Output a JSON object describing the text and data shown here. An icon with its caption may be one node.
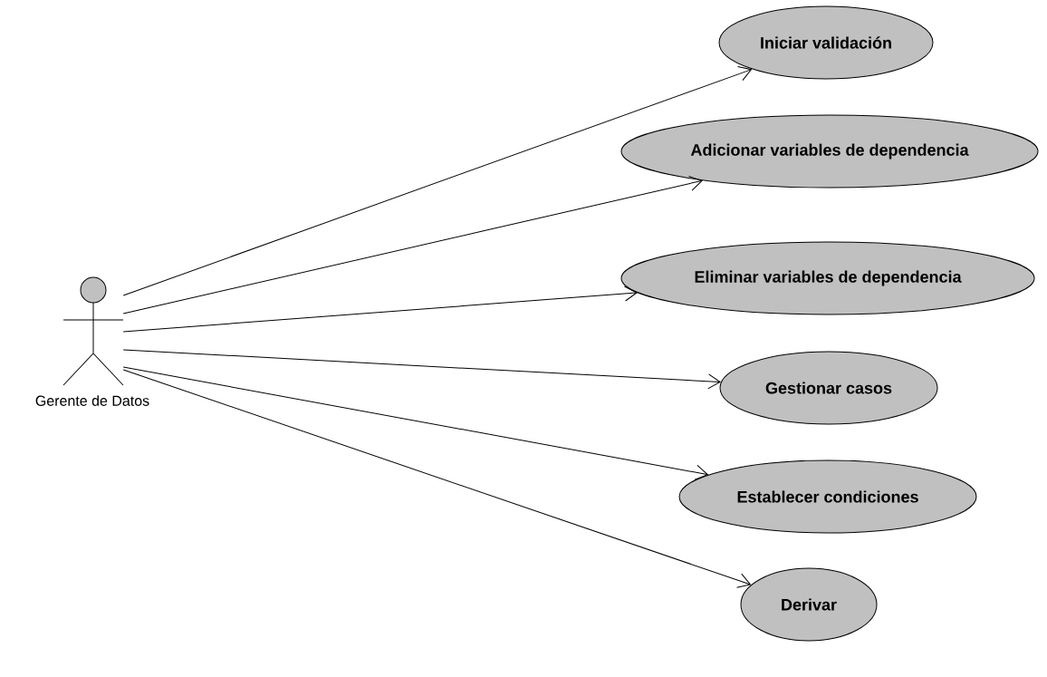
{
  "diagram": {
    "nodes": [
      {
        "text": [
          "Gerente de Datos"
        ]
      },
      {
        "text": [
          "Iniciar validación"
        ]
      },
      {
        "text": [
          "Adicionar variables de dependencia"
        ]
      },
      {
        "text": [
          "Eliminar variables de dependencia"
        ]
      },
      {
        "text": [
          "Gestionar casos"
        ]
      },
      {
        "text": [
          "Establecer condiciones"
        ]
      },
      {
        "text": [
          "Derivar"
        ]
      }
    ],
    "edges": [
      {
        "from": 0,
        "to": 1,
        "arrow": "to"
      },
      {
        "from": 0,
        "to": 2,
        "arrow": "to"
      },
      {
        "from": 0,
        "to": 3,
        "arrow": "to"
      },
      {
        "from": 0,
        "to": 4,
        "arrow": "to"
      },
      {
        "from": 0,
        "to": 5,
        "arrow": "to"
      },
      {
        "from": 0,
        "to": 6,
        "arrow": "to"
      }
    ]
  }
}
